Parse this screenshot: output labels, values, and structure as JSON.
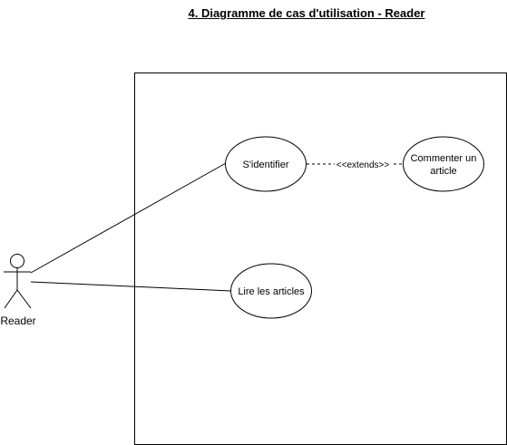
{
  "diagram": {
    "title": "4. Diagramme de cas d'utilisation - Reader",
    "actor": {
      "label": "Reader"
    },
    "use_cases": {
      "identify": "S'identifier",
      "comment_line1": "Commenter un",
      "comment_line2": "article",
      "read": "Lire les articles"
    },
    "relations": {
      "extends_label": "<<extends>>"
    }
  }
}
